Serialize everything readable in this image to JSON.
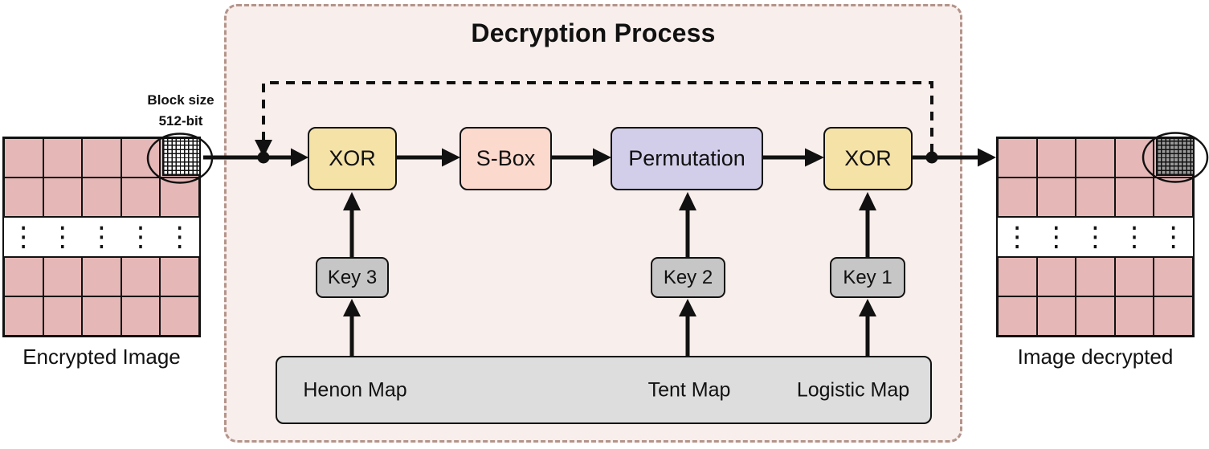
{
  "panel": {
    "title": "Decryption Process"
  },
  "flow": {
    "xor1": "XOR",
    "sbox": "S-Box",
    "permutation": "Permutation",
    "xor2": "XOR"
  },
  "keys": {
    "key3": "Key 3",
    "key2": "Key 2",
    "key1": "Key 1"
  },
  "maps": {
    "henon": "Henon Map",
    "tent": "Tent Map",
    "logistic": "Logistic Map"
  },
  "left_image": {
    "caption": "Encrypted Image",
    "block_size_line1": "Block size",
    "block_size_line2": "512-bit"
  },
  "right_image": {
    "caption": "Image decrypted"
  },
  "images": {
    "dots_char": "⋮"
  },
  "colors": {
    "panel_bg": "#f8eeeb",
    "panel_border": "#b3948b",
    "xor_bg": "#f5e2a7",
    "sbox_bg": "#fbd9cd",
    "permutation_bg": "#d2cde9",
    "key_bg": "#c6c6c6",
    "map_bar_bg": "#dcdddc",
    "pixel_pink": "#e6b7b7",
    "hatch_right_bg": "#9b9b9b",
    "line_black": "#111111"
  }
}
